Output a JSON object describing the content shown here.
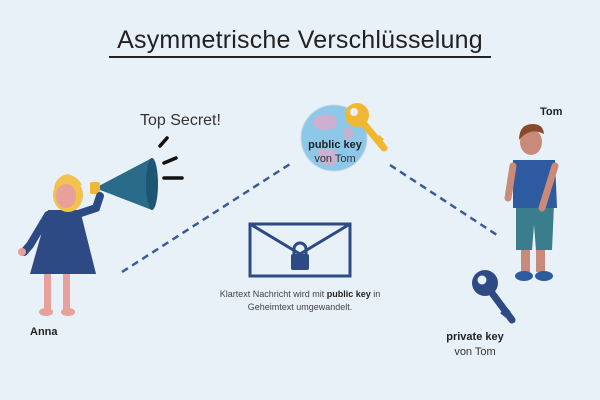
{
  "title": "Asymmetrische Verschlüsselung",
  "people": {
    "sender": "Anna",
    "receiver": "Tom"
  },
  "speech": "Top Secret!",
  "public_key": {
    "label": "public key",
    "owner": "von Tom"
  },
  "private_key": {
    "label": "private key",
    "owner": "von Tom"
  },
  "caption": {
    "part1": "Klartext Nachricht wird mit",
    "bold": "public key",
    "part2": "in Geheimtext umgewandelt."
  },
  "colors": {
    "background": "#e9f1f8",
    "navy": "#2d4a85",
    "dashes": "#3a5a9a",
    "megaphone": "#2a6b8a",
    "gold_key": "#f0b832",
    "globe": "#8ec8e8",
    "anna_dress": "#2d4a85",
    "anna_hair": "#f2c14e",
    "tom_shirt": "#2e5aa0",
    "tom_shorts": "#3a7d8c"
  }
}
